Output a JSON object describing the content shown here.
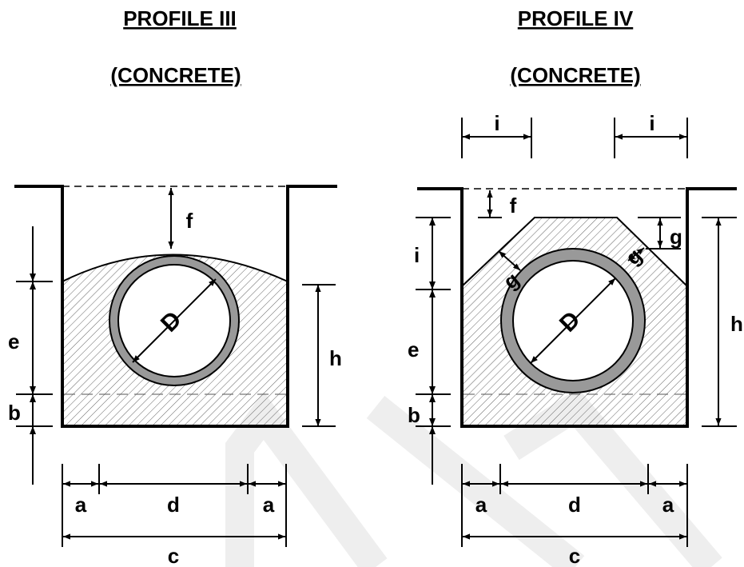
{
  "profiles": [
    {
      "title": "PROFILE III",
      "material": "(CONCRETE)"
    },
    {
      "title": "PROFILE IV",
      "material": "(CONCRETE)"
    }
  ],
  "labels": {
    "a": "a",
    "b": "b",
    "c": "c",
    "d": "d",
    "e": "e",
    "f": "f",
    "g": "g",
    "h": "h",
    "i": "i",
    "D": "D"
  },
  "colors": {
    "line": "#000000",
    "pipe_ring": "#999999",
    "hatch": "#666666",
    "watermark": "#eeeeee"
  }
}
